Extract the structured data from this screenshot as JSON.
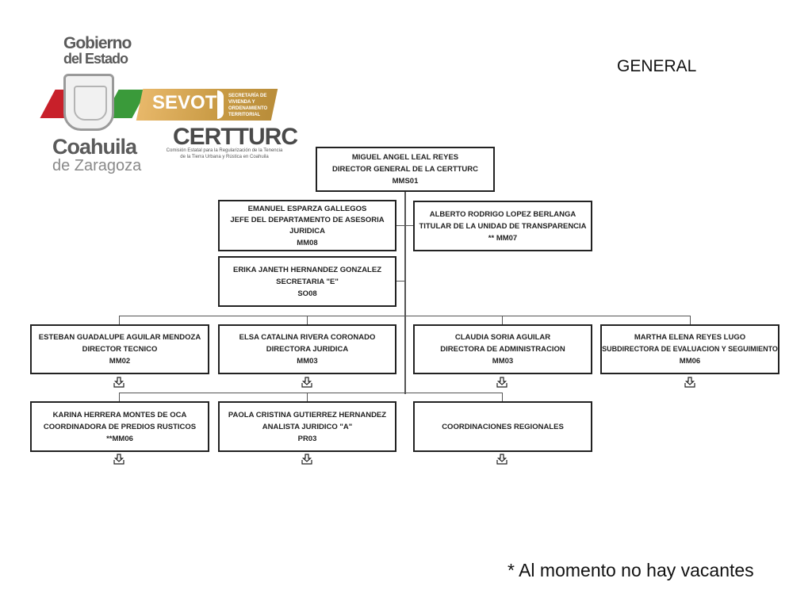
{
  "header": {
    "section_label": "GENERAL"
  },
  "logos": {
    "gobierno_line1": "Gobierno",
    "gobierno_line2": "del Estado",
    "state_name": "Coahuila",
    "state_sub": "de Zaragoza",
    "sevot": "SEVOT",
    "sevot_sub": "SECRETARÍA DE VIVIENDA Y ORDENAMIENTO TERRITORIAL",
    "certturc": "CERTTURC",
    "certturc_sub": "Comisión Estatal para la Regularización de la Tenencia de la Tierra Urbana y Rústica en Coahuila"
  },
  "org": {
    "director": {
      "name": "MIGUEL ANGEL LEAL REYES",
      "title": "DIRECTOR GENERAL DE LA CERTTURC",
      "code": "MMS01"
    },
    "staff": [
      {
        "name": "EMANUEL ESPARZA GALLEGOS",
        "title": "JEFE DEL DEPARTAMENTO DE ASESORIA JURIDICA",
        "code": "MM08"
      },
      {
        "name": "ALBERTO RODRIGO LOPEZ BERLANGA",
        "title": "TITULAR DE LA UNIDAD DE TRANSPARENCIA",
        "code": "** MM07"
      },
      {
        "name": "ERIKA JANETH HERNANDEZ GONZALEZ",
        "title": "SECRETARIA \"E\"",
        "code": "SO08"
      }
    ],
    "row1": [
      {
        "name": "ESTEBAN GUADALUPE AGUILAR MENDOZA",
        "title": "DIRECTOR TECNICO",
        "code": "MM02"
      },
      {
        "name": "ELSA CATALINA RIVERA CORONADO",
        "title": "DIRECTORA JURIDICA",
        "code": "MM03"
      },
      {
        "name": "CLAUDIA SORIA AGUILAR",
        "title": "DIRECTORA DE ADMINISTRACION",
        "code": "MM03"
      },
      {
        "name": "MARTHA ELENA REYES LUGO",
        "title": "SUBDIRECTORA DE EVALUACION Y SEGUIMIENTO",
        "code": "MM06"
      }
    ],
    "row2": [
      {
        "name": "KARINA HERRERA MONTES DE OCA",
        "title": "COORDINADORA DE PREDIOS RUSTICOS",
        "code": "**MM06"
      },
      {
        "name": "PAOLA CRISTINA GUTIERREZ HERNANDEZ",
        "title": "ANALISTA JURIDICO \"A\"",
        "code": "PR03"
      },
      {
        "name": "",
        "title": "COORDINACIONES REGIONALES",
        "code": ""
      }
    ]
  },
  "footer": {
    "note": "* Al momento no hay vacantes"
  }
}
